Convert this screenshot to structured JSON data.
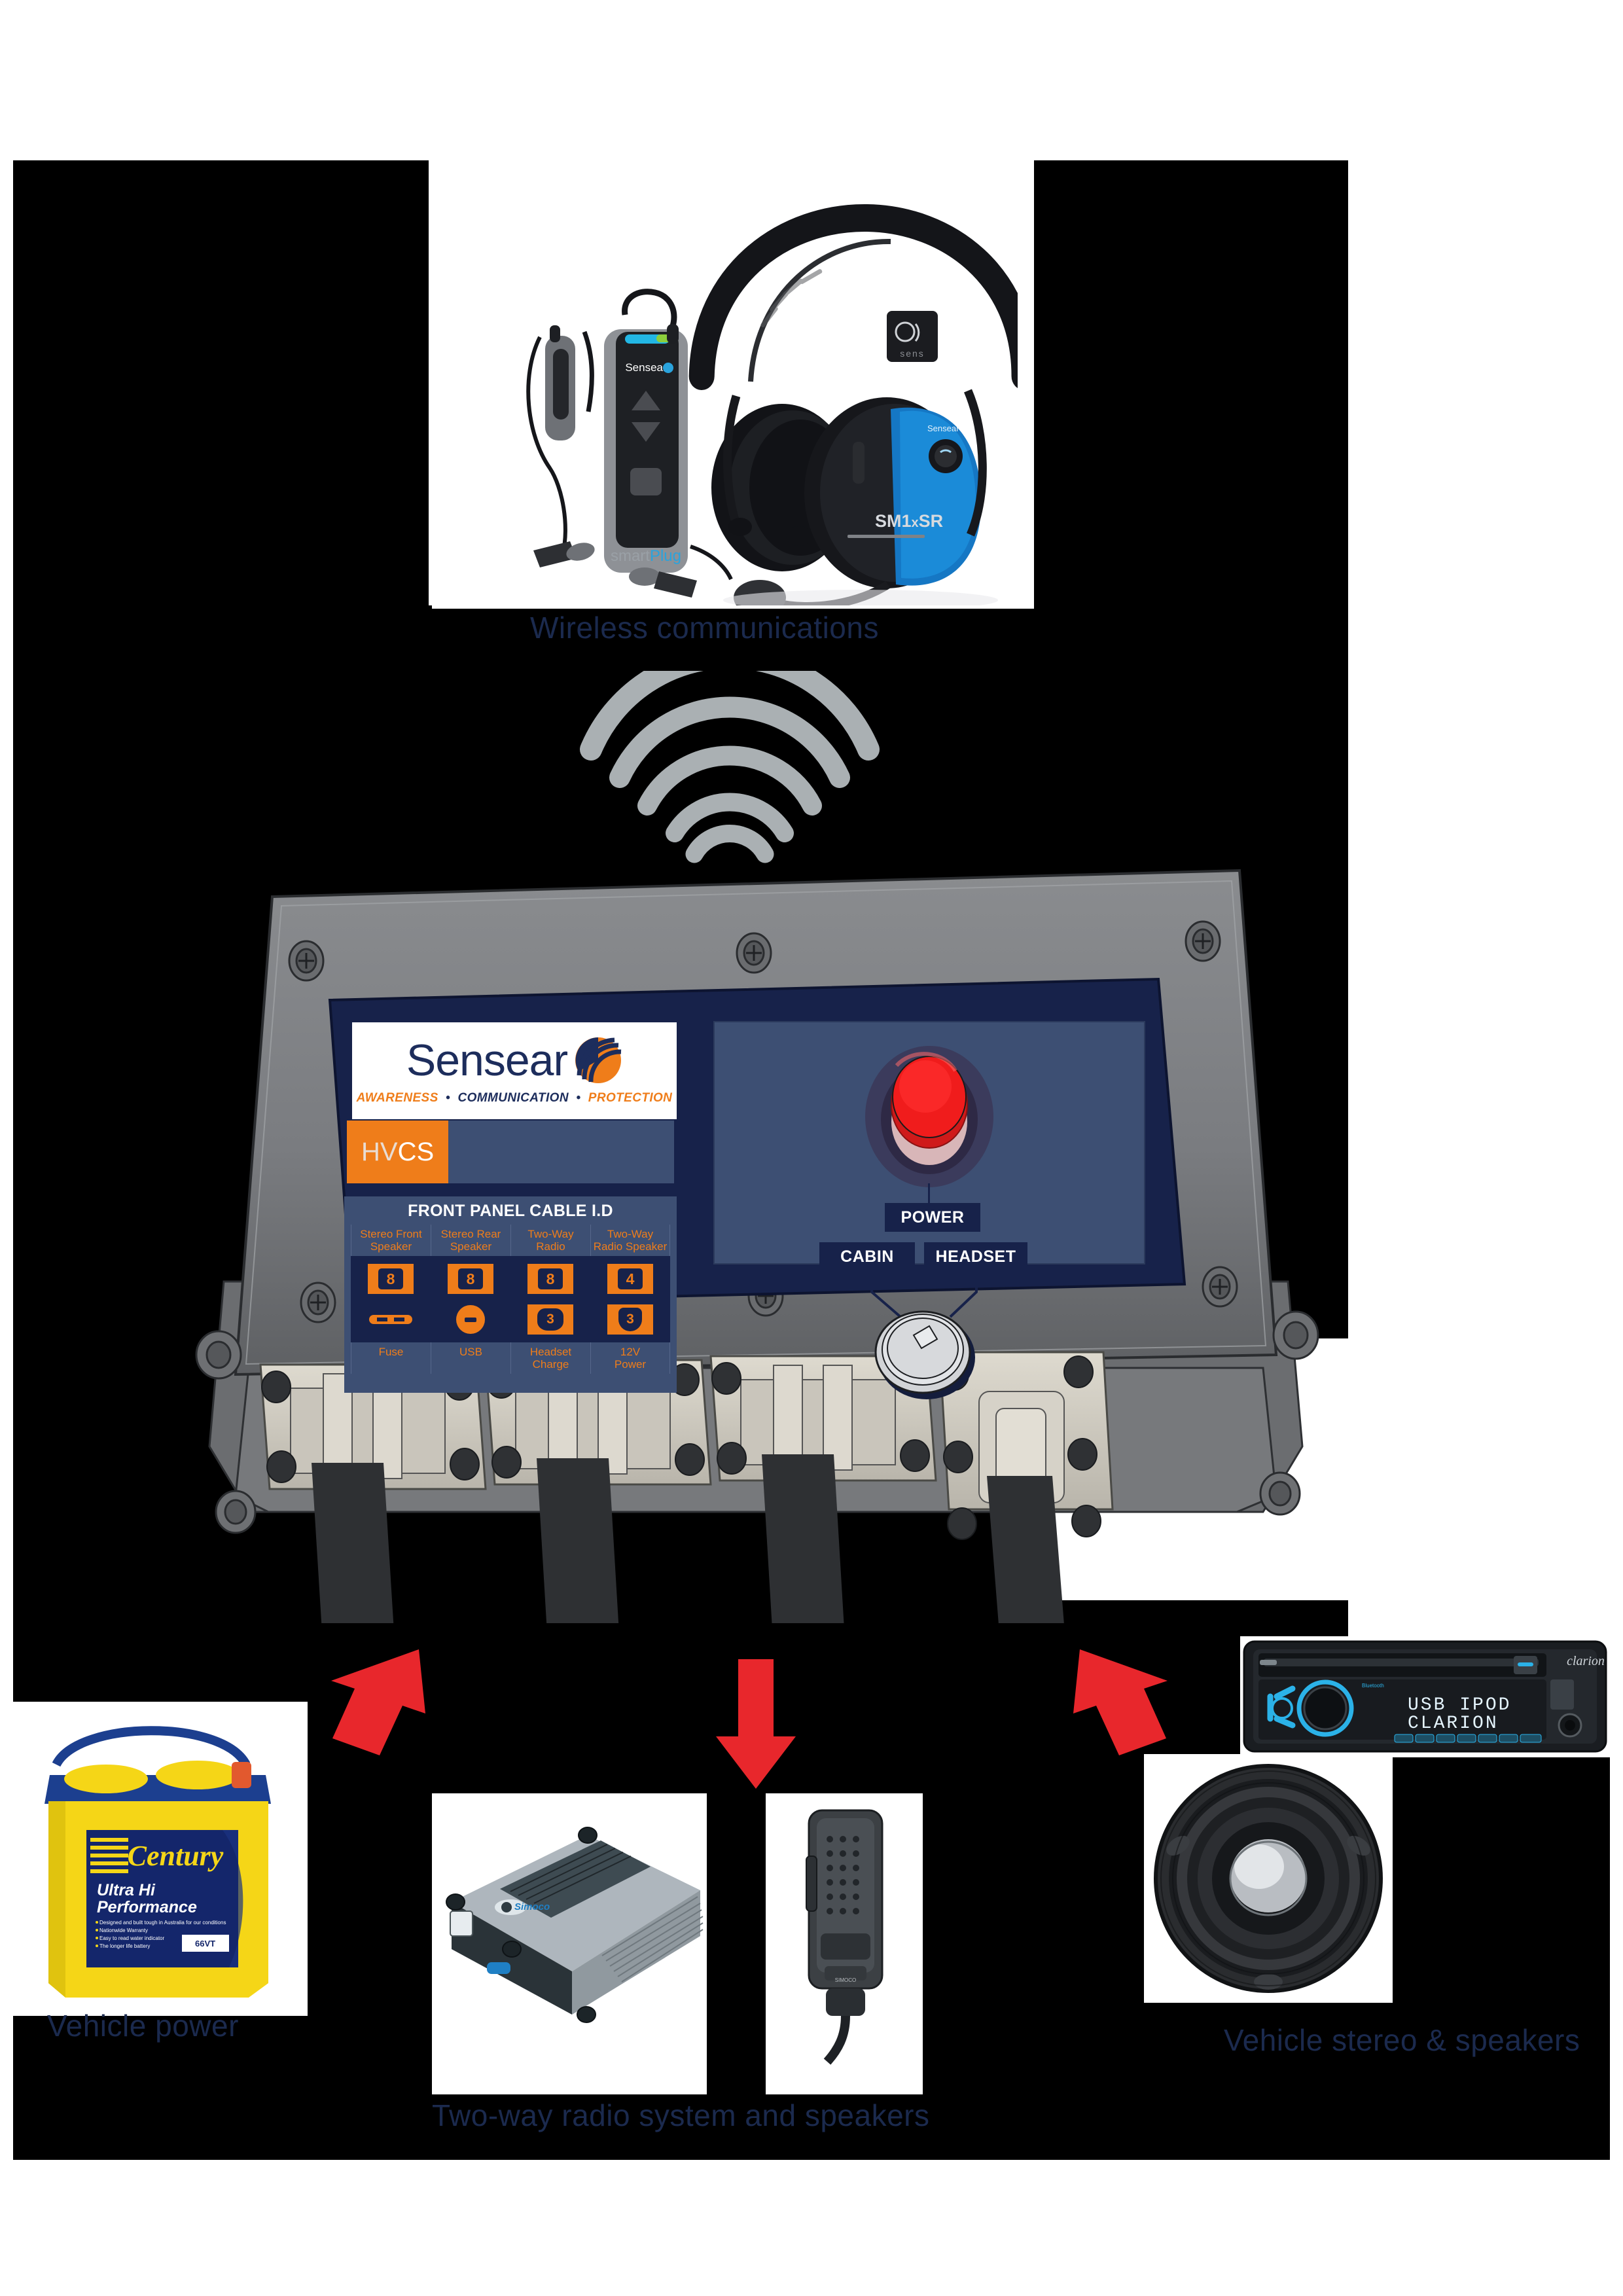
{
  "page": {
    "background": "#ffffff",
    "backdrop_color": "#000000"
  },
  "captions": {
    "wireless": "Wireless communications",
    "vehicle_power": "Vehicle power",
    "two_way": "Two-way radio system and speakers",
    "vehicle_stereo": "Vehicle stereo & speakers"
  },
  "colors": {
    "navy_dark": "#17224a",
    "navy_mid": "#3d4f73",
    "orange": "#ef7d1a",
    "caption_navy": "#1b2a4e",
    "red_arrow": "#e8272c",
    "power_red": "#f01c1c",
    "wifi_gray": "#aab0b3",
    "case_gray": "#7b7d80"
  },
  "device": {
    "brand": {
      "wordmark": "Sensear",
      "tagline_parts": [
        "AWARENESS",
        "•",
        "COMMUNICATION",
        "•",
        "PROTECTION"
      ],
      "tagline_text": "AWARENESS  •  COMMUNICATION  •  PROTECTION"
    },
    "model_tag": {
      "dim": "HV",
      "bright": "CS",
      "full": "HVCS"
    },
    "cable_id": {
      "title": "FRONT PANEL CABLE I.D",
      "columns": [
        {
          "header": "Stereo Front\nSpeaker",
          "header_line1": "Stereo Front",
          "header_line2": "Speaker",
          "pin_top": "8",
          "icon_bottom": "fuse-icon",
          "footer": "Fuse"
        },
        {
          "header": "Stereo Rear\nSpeaker",
          "header_line1": "Stereo Rear",
          "header_line2": "Speaker",
          "pin_top": "8",
          "icon_bottom": "usb-icon",
          "footer": "USB"
        },
        {
          "header": "Two-Way\nRadio",
          "header_line1": "Two-Way",
          "header_line2": "Radio",
          "pin_top": "8",
          "pin_bottom": "3",
          "footer_line1": "Headset",
          "footer_line2": "Charge",
          "footer": "Headset Charge"
        },
        {
          "header": "Two-Way\nRadio Speaker",
          "header_line1": "Two-Way",
          "header_line2": "Radio Speaker",
          "pin_top": "4",
          "pin_bottom": "3",
          "footer_line1": "12V",
          "footer_line2": "Power",
          "footer": "12V Power"
        }
      ]
    },
    "controls": {
      "power_label": "POWER",
      "cabin_label": "CABIN",
      "headset_label": "HEADSET"
    },
    "connector_count": 4
  },
  "photos": {
    "headset": {
      "name": "sensear-headset-photo",
      "products": [
        "smartPlug",
        "SM1xSR"
      ]
    },
    "battery": {
      "name": "vehicle-battery-photo",
      "brand": "Century",
      "line1": "Ultra Hi",
      "line2": "Performance",
      "model": "66VT"
    },
    "radio_unit": {
      "name": "two-way-radio-unit-photo",
      "brand": "Simoco"
    },
    "microphone": {
      "name": "handheld-microphone-photo"
    },
    "head_unit": {
      "name": "car-stereo-head-unit-photo",
      "brand": "clarion",
      "display_line1": "USB IPOD",
      "display_line2": "CLARION"
    },
    "speaker": {
      "name": "vehicle-speaker-photo"
    }
  },
  "arrows": [
    {
      "name": "arrow-to-vehicle-power",
      "direction": "down-left"
    },
    {
      "name": "arrow-to-two-way-radio",
      "direction": "down"
    },
    {
      "name": "arrow-to-vehicle-stereo",
      "direction": "down-right"
    }
  ],
  "wifi": {
    "name": "wireless-signal-icon",
    "arc_count": 5
  }
}
